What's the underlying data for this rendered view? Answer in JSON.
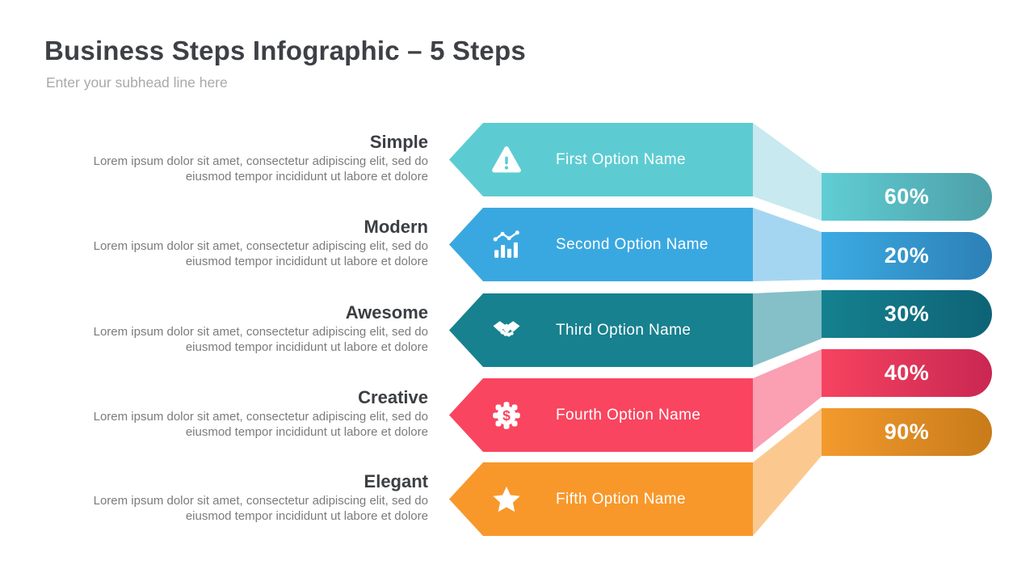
{
  "slide": {
    "title": "Business Steps Infographic – 5 Steps",
    "subtitle": "Enter your subhead line here"
  },
  "steps": [
    {
      "heading": "Simple",
      "body_lines": [
        "Lorem ipsum dolor sit amet, consectetur adipiscing elit, sed do",
        "eiusmod tempor incididunt ut labore et dolore"
      ],
      "option_label": "First Option Name",
      "percent": "60%",
      "icon": "warning-icon",
      "colors": {
        "banner": "#5dccd2",
        "connector": "#c7e9ef",
        "pill_from": "#60ced4",
        "pill_to": "#4d9fa8"
      }
    },
    {
      "heading": "Modern",
      "body_lines": [
        "Lorem ipsum dolor sit amet, consectetur adipiscing elit, sed do",
        "eiusmod tempor incididunt ut labore et dolore"
      ],
      "option_label": "Second Option Name",
      "percent": "20%",
      "icon": "bar-chart-icon",
      "colors": {
        "banner": "#3aa8e0",
        "connector": "#a5d6f1",
        "pill_from": "#3cabe3",
        "pill_to": "#2c80b6"
      }
    },
    {
      "heading": "Awesome",
      "body_lines": [
        "Lorem ipsum dolor sit amet, consectetur adipiscing elit, sed do",
        "eiusmod tempor incididunt ut labore et dolore"
      ],
      "option_label": "Third Option Name",
      "percent": "30%",
      "icon": "handshake-icon",
      "colors": {
        "banner": "#17818f",
        "connector": "#85bfc7",
        "pill_from": "#14818f",
        "pill_to": "#0e6376"
      }
    },
    {
      "heading": "Creative",
      "body_lines": [
        "Lorem ipsum dolor sit amet, consectetur adipiscing elit, sed do",
        "eiusmod tempor incididunt ut labore et dolore"
      ],
      "option_label": "Fourth Option Name",
      "percent": "40%",
      "icon": "gear-dollar-icon",
      "icon_glyph": "$",
      "colors": {
        "banner": "#f9455f",
        "connector": "#fb9fb3",
        "pill_from": "#f64360",
        "pill_to": "#c92752"
      }
    },
    {
      "heading": "Elegant",
      "body_lines": [
        "Lorem ipsum dolor sit amet, consectetur adipiscing elit, sed do",
        "eiusmod tempor incididunt ut labore et dolore"
      ],
      "option_label": "Fifth Option Name",
      "percent": "90%",
      "icon": "star-icon",
      "colors": {
        "banner": "#f8982b",
        "connector": "#fbc990",
        "pill_from": "#f39a2d",
        "pill_to": "#c87b1a"
      }
    }
  ]
}
